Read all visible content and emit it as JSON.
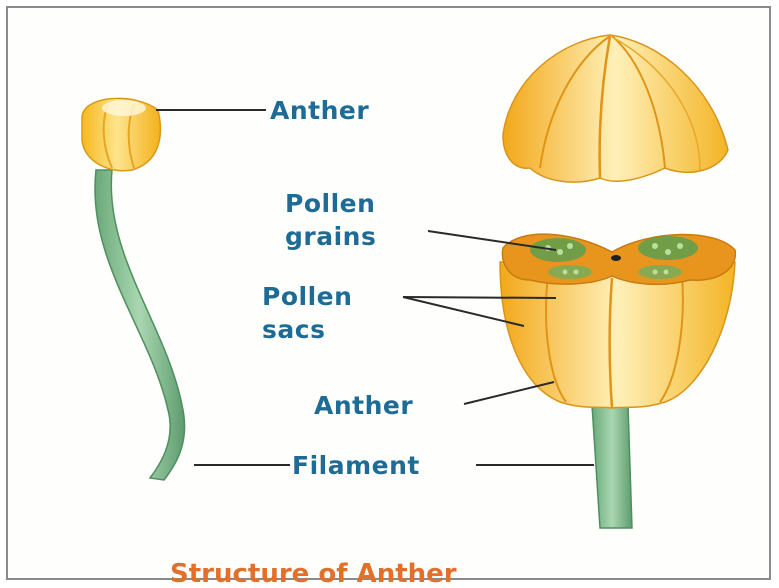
{
  "labels": {
    "anther_top": "Anther",
    "pollen_grains_line1": "Pollen",
    "pollen_grains_line2": "grains",
    "pollen_sacs_line1": "Pollen",
    "pollen_sacs_line2": "sacs",
    "anther_bottom": "Anther",
    "filament": "Filament"
  },
  "title": "Structure of Anther",
  "colors": {
    "label_text": "#1e6b96",
    "title_text": "#e2702a",
    "leader_line": "#2a2a2a",
    "anther_yellow": "#f8c53a",
    "anther_light": "#fde6a0",
    "anther_orange": "#ec9a22",
    "filament_green": "#8dc59a",
    "filament_dark": "#4e8f5e",
    "section_orange": "#e8951e",
    "pollen_green": "#6fae5e"
  }
}
